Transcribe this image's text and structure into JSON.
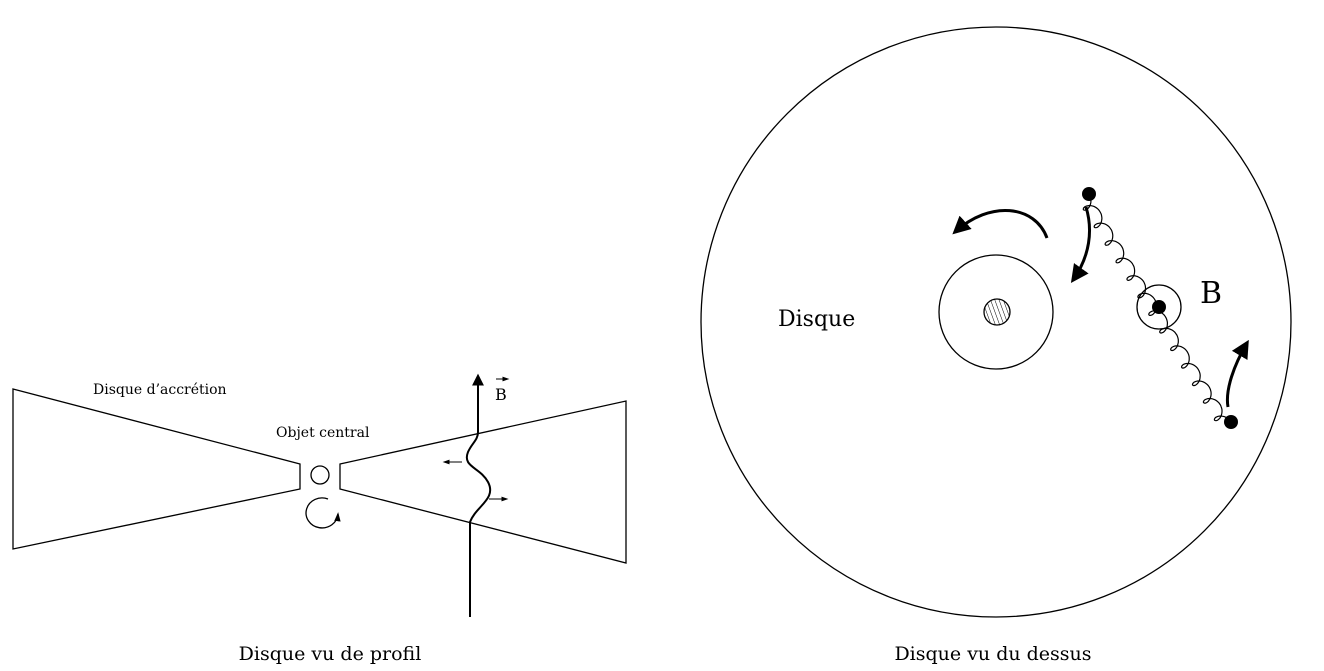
{
  "left_panel": {
    "label_disk": "Disque d’accrétion",
    "label_object": "Objet central",
    "label_field": "B",
    "caption": "Disque vu de profil"
  },
  "right_panel": {
    "label_disk": "Disque",
    "label_field": "B",
    "caption": "Disque vu du dessus"
  }
}
